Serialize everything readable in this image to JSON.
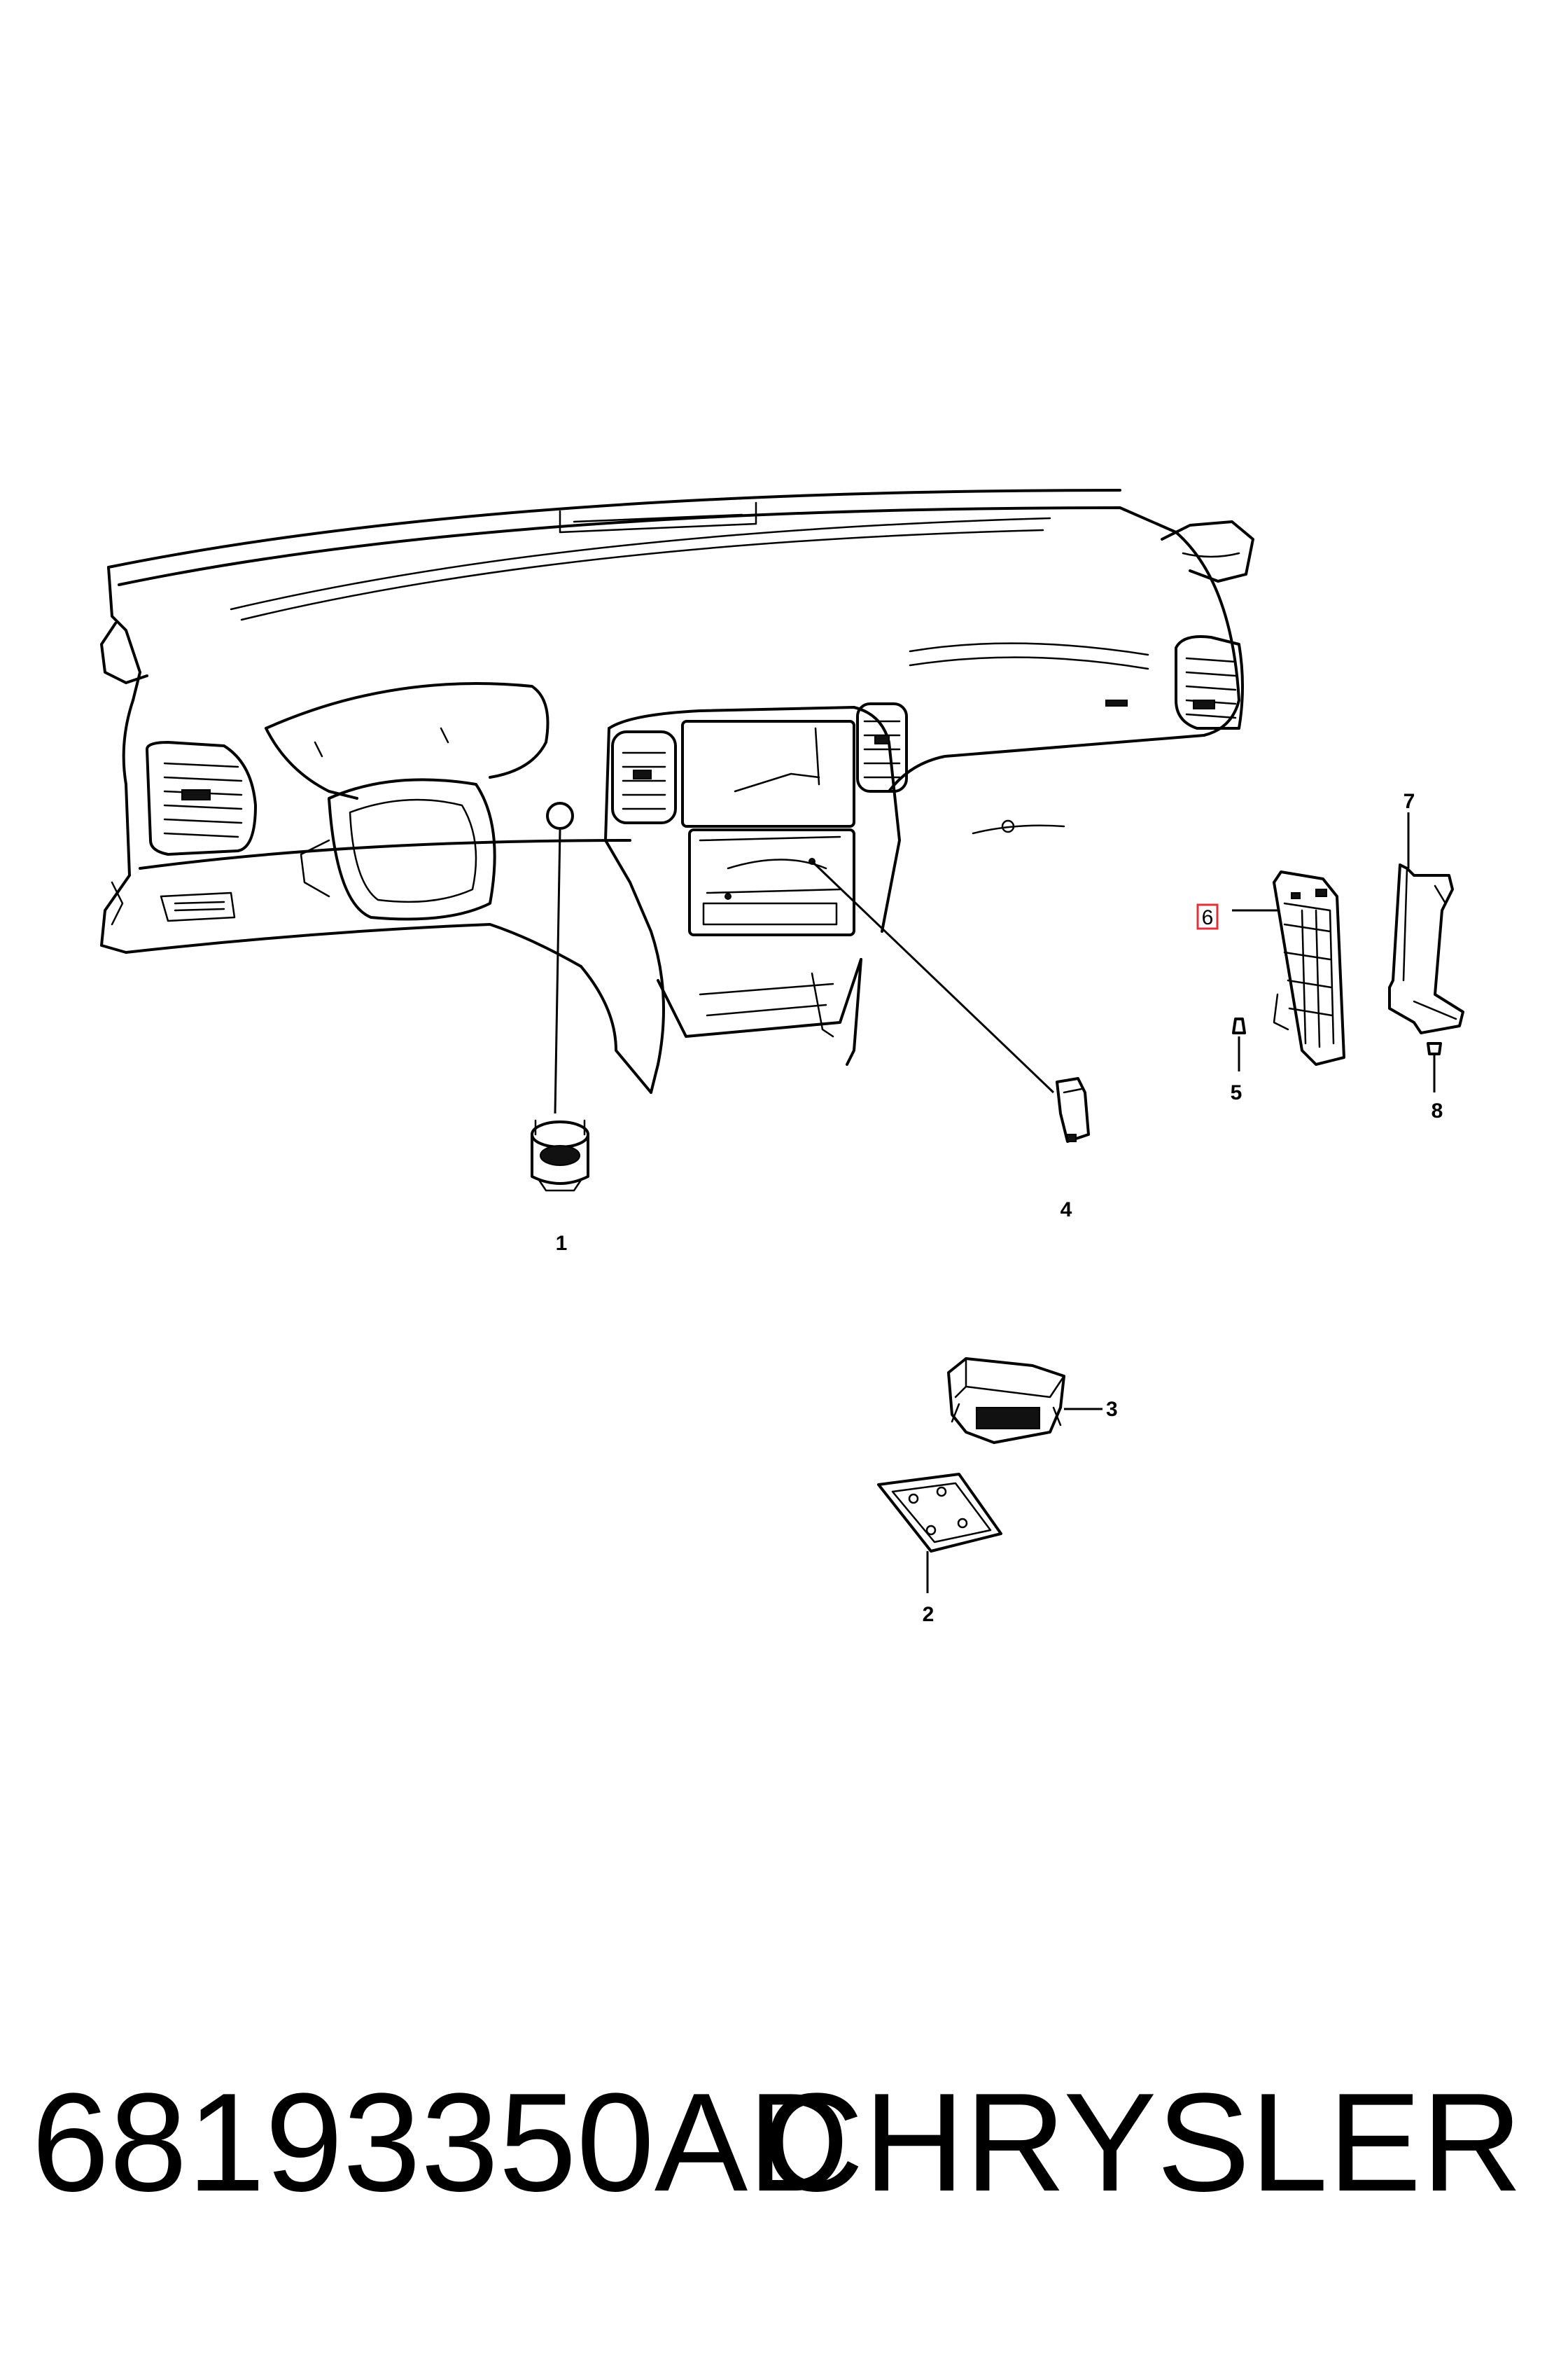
{
  "callouts": {
    "c1": "1",
    "c2": "2",
    "c3": "3",
    "c4": "4",
    "c5": "5",
    "c6": "6",
    "c7": "7",
    "c8": "8"
  },
  "highlighted_callout": "6",
  "highlight_color": "#e0303a",
  "caption": {
    "part_number": "68193350AD",
    "brand": "CHRYSLER"
  }
}
